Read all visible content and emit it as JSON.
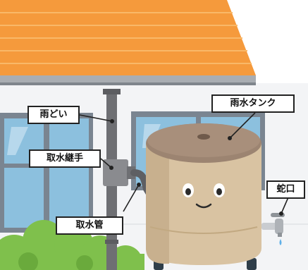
{
  "labels": {
    "gutter": "雨どい",
    "rain_tank": "雨水タンク",
    "intake_joint": "取水継手",
    "faucet": "蛇口",
    "intake_pipe": "取水管"
  },
  "colors": {
    "roof": "#f59a3c",
    "roof_lines": "#f7b060",
    "eave": "#9aa0a6",
    "wall": "#f3f4f6",
    "window_frame": "#7a8591",
    "glass": "#8cc0de",
    "downspout": "#6e6f73",
    "tank_body": "#d9c3a2",
    "tank_lid": "#9c8471",
    "bush": "#7fc04c",
    "label_border": "#222222"
  },
  "icons": [
    "rain-tank-face",
    "faucet-icon",
    "water-drop-icon"
  ]
}
